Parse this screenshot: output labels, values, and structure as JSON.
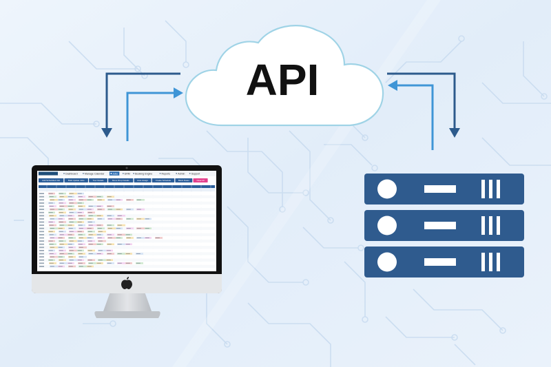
{
  "cloud": {
    "label": "API"
  },
  "colors": {
    "background": "#e6f0fa",
    "circuit": "#c6ddf2",
    "arrow_dark": "#2c5a8c",
    "arrow_light": "#3f95d6",
    "server": "#2f5b8e",
    "cloud_fill": "#ffffff",
    "cloud_stroke": "#9fd3e6",
    "monitor_bezel": "#111111",
    "monitor_chin": "#e4e6e8",
    "stand": "#c9ccd0"
  },
  "icons": [
    "cloud-icon",
    "monitor-icon",
    "apple-logo-icon",
    "server-rack-icon"
  ],
  "monitor": {
    "app_tabs": [
      "Dashboard",
      "Manage Calendar",
      "Jobs",
      "ERM",
      "Booking Engine",
      "Reports",
      "Admin",
      "Support"
    ],
    "toolbar_buttons": [
      "Add Scheduled Job",
      "Bulk Update Jobs",
      "Tour Details",
      "Move Drop Details",
      "Auto Assign",
      "Create Schedule",
      "Block Dates",
      "Clear All"
    ]
  },
  "servers": {
    "count": 3
  }
}
